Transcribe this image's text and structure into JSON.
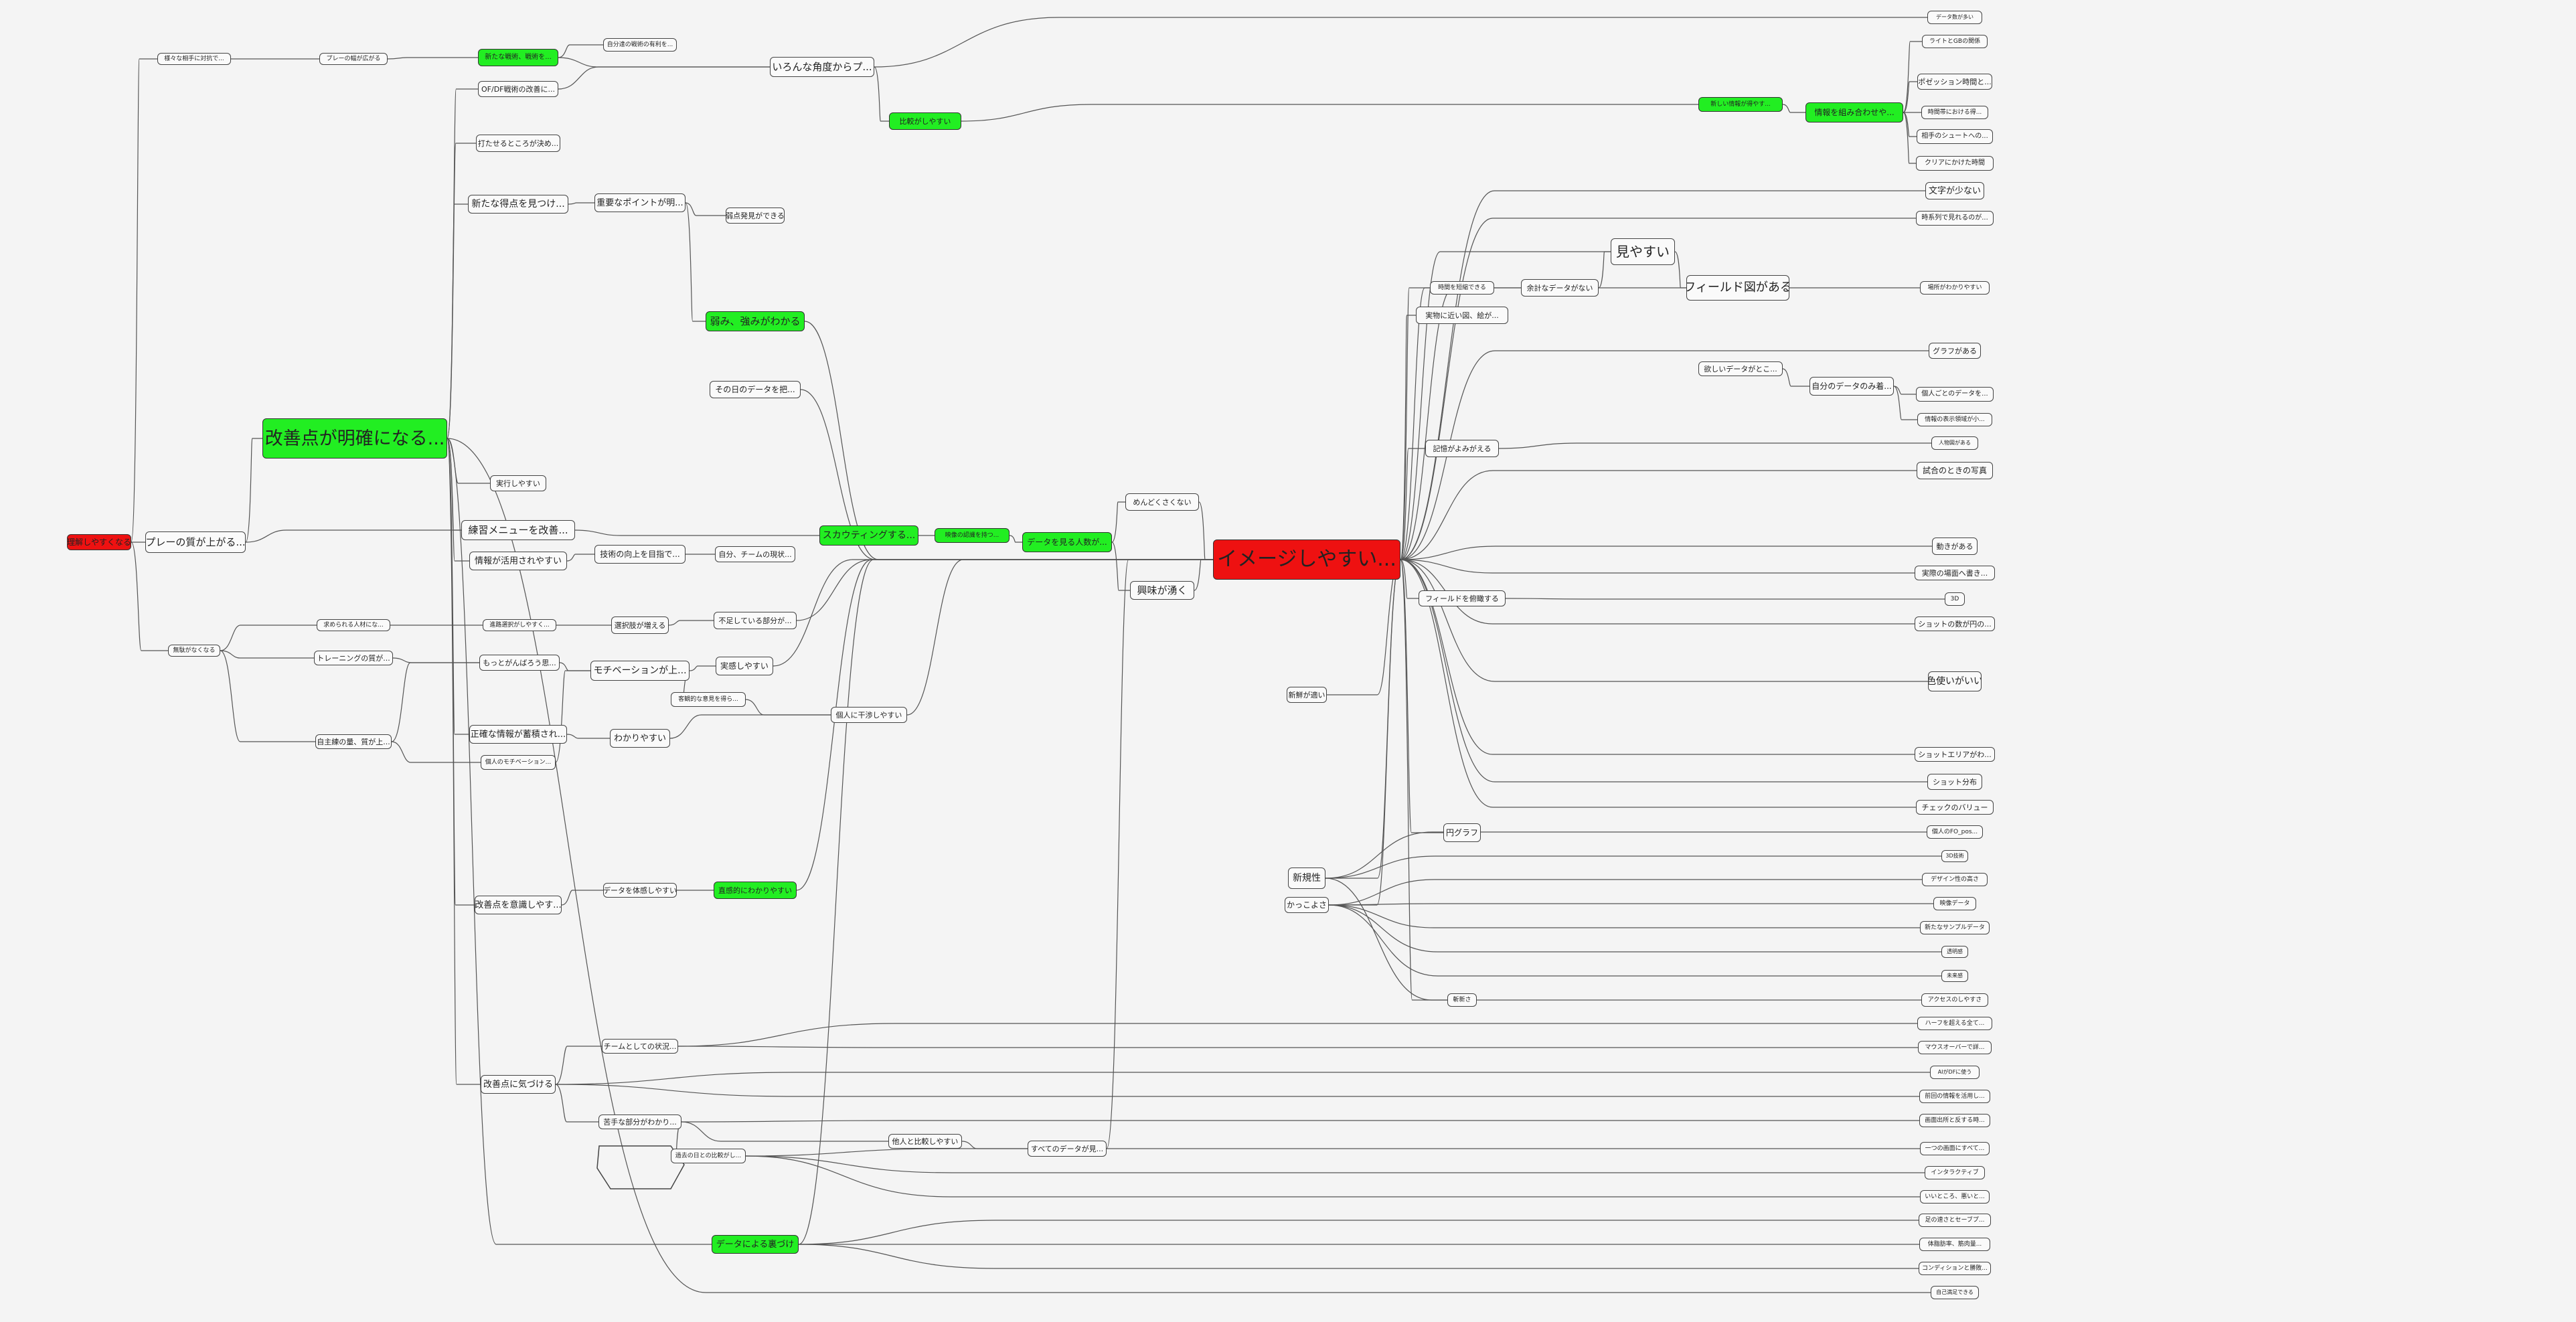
{
  "colors": {
    "edge": "#555555",
    "green": "#22ee22",
    "red": "#ee1111",
    "border": "#444444"
  },
  "nodes": [
    {
      "id": "root",
      "label": "理解しやすくなる"
    },
    {
      "id": "n1",
      "label": "プレーの質が上がる..."
    },
    {
      "id": "n2",
      "label": "無駄がなくなる"
    },
    {
      "id": "n3",
      "label": "様々な相手に対抗で..."
    },
    {
      "id": "n4",
      "label": "プレーの幅が広がる"
    },
    {
      "id": "n5",
      "label": "改善点が明確になる..."
    },
    {
      "id": "n6",
      "label": "求められる人材にな..."
    },
    {
      "id": "n7",
      "label": "トレーニングの質が..."
    },
    {
      "id": "n8",
      "label": "自主練の量、質が上..."
    },
    {
      "id": "n9",
      "label": "新たな戦術、戦術を..."
    },
    {
      "id": "n10",
      "label": "OF/DF戦術の改善に..."
    },
    {
      "id": "n11",
      "label": "打たせるところが決め..."
    },
    {
      "id": "n12",
      "label": "新たな得点を見つけ..."
    },
    {
      "id": "n13",
      "label": "実行しやすい"
    },
    {
      "id": "n14",
      "label": "練習メニューを改善..."
    },
    {
      "id": "n15",
      "label": "情報が活用されやすい"
    },
    {
      "id": "n16",
      "label": "もっとがんばろう思..."
    },
    {
      "id": "n17",
      "label": "正確な情報が蓄積され..."
    },
    {
      "id": "n18",
      "label": "個人のモチベーション..."
    },
    {
      "id": "n19",
      "label": "改善点を意識しやす..."
    },
    {
      "id": "n20",
      "label": "改善点に気づける"
    },
    {
      "id": "n21",
      "label": "データによる裏づけ"
    },
    {
      "id": "n22",
      "label": "自分達の戦術の有利を..."
    },
    {
      "id": "n23",
      "label": "重要なポイントが明..."
    },
    {
      "id": "n24",
      "label": "弱み、強みがわかる"
    },
    {
      "id": "n25",
      "label": "その日のデータを把..."
    },
    {
      "id": "n26",
      "label": "技術の向上を目指で..."
    },
    {
      "id": "n27",
      "label": "進路選択がしやすく..."
    },
    {
      "id": "n28",
      "label": "選択肢が増える"
    },
    {
      "id": "n29",
      "label": "モチベーションが上..."
    },
    {
      "id": "n30",
      "label": "わかりやすい"
    },
    {
      "id": "n31",
      "label": "データを体感しやすい"
    },
    {
      "id": "n32",
      "label": "チームとしての状況..."
    },
    {
      "id": "n33",
      "label": "苦手な部分がわかり..."
    },
    {
      "id": "n34",
      "label": "いろんな角度からプ..."
    },
    {
      "id": "n35",
      "label": "比較がしやすい"
    },
    {
      "id": "n36",
      "label": "弱点発見ができる"
    },
    {
      "id": "n37",
      "label": "自分、チームの現状..."
    },
    {
      "id": "n38",
      "label": "不足している部分が..."
    },
    {
      "id": "n39",
      "label": "実感しやすい"
    },
    {
      "id": "n40",
      "label": "客観的な意見を得ら..."
    },
    {
      "id": "n41",
      "label": "直感的にわかりやすい"
    },
    {
      "id": "n42",
      "label": "過去の日との比較がし..."
    },
    {
      "id": "n43",
      "label": "他人と比較しやすい"
    },
    {
      "id": "n44",
      "label": "個人に干渉しやすい"
    },
    {
      "id": "n45",
      "label": "スカウティングする..."
    },
    {
      "id": "n46",
      "label": "映像の認識を持つ..."
    },
    {
      "id": "n47",
      "label": "データを見る人数が..."
    },
    {
      "id": "n48",
      "label": "すべてのデータが見..."
    },
    {
      "id": "n49",
      "label": "めんどくさくない"
    },
    {
      "id": "n50",
      "label": "興味が湧く"
    },
    {
      "id": "c",
      "label": "イメージしやすい..."
    },
    {
      "id": "c1",
      "label": "新しい情報が得やす..."
    },
    {
      "id": "c2",
      "label": "情報を組み合わせや..."
    },
    {
      "id": "c3",
      "label": "見やすい"
    },
    {
      "id": "c4",
      "label": "フィールド図がある"
    },
    {
      "id": "c5",
      "label": "時間を短縮できる"
    },
    {
      "id": "c6",
      "label": "余計なデータがない"
    },
    {
      "id": "c7",
      "label": "実物に近い図、絵が..."
    },
    {
      "id": "c8",
      "label": "欲しいデータがとこ..."
    },
    {
      "id": "c9",
      "label": "自分のデータのみ着..."
    },
    {
      "id": "c10",
      "label": "記憶がよみがえる"
    },
    {
      "id": "c11",
      "label": "フィールドを俯瞰する"
    },
    {
      "id": "c12",
      "label": "新規性"
    },
    {
      "id": "c13",
      "label": "かっこよさ"
    },
    {
      "id": "c14",
      "label": "斬新さ"
    },
    {
      "id": "c15",
      "label": "円グラフ"
    },
    {
      "id": "c16",
      "label": "新鮮が適い"
    },
    {
      "id": "r1",
      "label": "データ数が多い"
    },
    {
      "id": "r2",
      "label": "ライトとGBの関係"
    },
    {
      "id": "r3",
      "label": "ポゼッション時間と..."
    },
    {
      "id": "r4",
      "label": "時間帯における得..."
    },
    {
      "id": "r5",
      "label": "相手のシュートへの..."
    },
    {
      "id": "r6",
      "label": "クリアにかけた時間"
    },
    {
      "id": "r7",
      "label": "文字が少ない"
    },
    {
      "id": "r8",
      "label": "時系列で見れるのが..."
    },
    {
      "id": "r9",
      "label": "場所がわかりやすい"
    },
    {
      "id": "r10",
      "label": "グラフがある"
    },
    {
      "id": "r11",
      "label": "個人ごとのデータを..."
    },
    {
      "id": "r12",
      "label": "情報の表示領域が小..."
    },
    {
      "id": "r13",
      "label": "人物図がある"
    },
    {
      "id": "r14",
      "label": "試合のときの写真"
    },
    {
      "id": "r15",
      "label": "動きがある"
    },
    {
      "id": "r16",
      "label": "実際の場面へ書き..."
    },
    {
      "id": "r17",
      "label": "3D"
    },
    {
      "id": "r18",
      "label": "ショットの数が円の..."
    },
    {
      "id": "r19",
      "label": "色使いがいい"
    },
    {
      "id": "r20",
      "label": "ショットエリアがわ..."
    },
    {
      "id": "r21",
      "label": "ショット分布"
    },
    {
      "id": "r22",
      "label": "チェックのバリュー"
    },
    {
      "id": "r23",
      "label": "個人のFO_pos..."
    },
    {
      "id": "r24",
      "label": "3D技術"
    },
    {
      "id": "r25",
      "label": "デザイン性の高さ"
    },
    {
      "id": "r26",
      "label": "映像データ"
    },
    {
      "id": "r27",
      "label": "新たなサンプルデータ"
    },
    {
      "id": "r28",
      "label": "透明感"
    },
    {
      "id": "r29",
      "label": "未来感"
    },
    {
      "id": "r30",
      "label": "アクセスのしやすさ"
    },
    {
      "id": "r31",
      "label": "ハーフを超える全て..."
    },
    {
      "id": "r32",
      "label": "マウスオーバーで詳..."
    },
    {
      "id": "r33",
      "label": "AIがDFに使う"
    },
    {
      "id": "r34",
      "label": "前回の情報を活用し..."
    },
    {
      "id": "r35",
      "label": "画面出所と反する時..."
    },
    {
      "id": "r36",
      "label": "一つの画面にすべて..."
    },
    {
      "id": "r37",
      "label": "インタラクティブ"
    },
    {
      "id": "r38",
      "label": "いいところ、悪いと..."
    },
    {
      "id": "r39",
      "label": "足の速さとセーブプ..."
    },
    {
      "id": "r40",
      "label": "体脂肪率、筋肉量..."
    },
    {
      "id": "r41",
      "label": "コンディションと勝敗..."
    },
    {
      "id": "r42",
      "label": "自己満足できる"
    }
  ],
  "edges": [
    [
      "root",
      "n1"
    ],
    [
      "root",
      "n2"
    ],
    [
      "root",
      "n3"
    ],
    [
      "n3",
      "n4"
    ],
    [
      "n4",
      "n9"
    ],
    [
      "n1",
      "n5"
    ],
    [
      "n1",
      "n14"
    ],
    [
      "n2",
      "n6"
    ],
    [
      "n2",
      "n7"
    ],
    [
      "n2",
      "n8"
    ],
    [
      "n5",
      "n10"
    ],
    [
      "n5",
      "n11"
    ],
    [
      "n5",
      "n12"
    ],
    [
      "n5",
      "n13"
    ],
    [
      "n5",
      "n14"
    ],
    [
      "n5",
      "n15"
    ],
    [
      "n5",
      "n17"
    ],
    [
      "n5",
      "n19"
    ],
    [
      "n5",
      "n20"
    ],
    [
      "n5",
      "n21"
    ],
    [
      "n6",
      "n27"
    ],
    [
      "n7",
      "n16"
    ],
    [
      "n8",
      "n18"
    ],
    [
      "n8",
      "n16"
    ],
    [
      "n9",
      "n22"
    ],
    [
      "n9",
      "n34"
    ],
    [
      "n10",
      "n34"
    ],
    [
      "n12",
      "n23"
    ],
    [
      "n23",
      "n36"
    ],
    [
      "n23",
      "n24"
    ],
    [
      "n14",
      "n45"
    ],
    [
      "n15",
      "n26"
    ],
    [
      "n26",
      "n37"
    ],
    [
      "n16",
      "n29"
    ],
    [
      "n17",
      "n30"
    ],
    [
      "n18",
      "n29"
    ],
    [
      "n27",
      "n28"
    ],
    [
      "n28",
      "n38"
    ],
    [
      "n29",
      "n39"
    ],
    [
      "n29",
      "n40"
    ],
    [
      "n30",
      "n44"
    ],
    [
      "n19",
      "n31"
    ],
    [
      "n31",
      "n41"
    ],
    [
      "n20",
      "n32"
    ],
    [
      "n20",
      "n33"
    ],
    [
      "n33",
      "n42"
    ],
    [
      "n33",
      "n43"
    ],
    [
      "n43",
      "n48"
    ],
    [
      "n40",
      "n44"
    ],
    [
      "n34",
      "n35"
    ],
    [
      "n34",
      "r1"
    ],
    [
      "n35",
      "c1"
    ],
    [
      "n24",
      "c"
    ],
    [
      "n25",
      "c"
    ],
    [
      "n45",
      "n46"
    ],
    [
      "n46",
      "n47"
    ],
    [
      "n47",
      "n49"
    ],
    [
      "n47",
      "n50"
    ],
    [
      "n49",
      "c"
    ],
    [
      "n50",
      "c"
    ],
    [
      "n39",
      "c"
    ],
    [
      "n41",
      "c"
    ],
    [
      "n44",
      "c"
    ],
    [
      "n38",
      "c"
    ],
    [
      "n21",
      "c"
    ],
    [
      "n48",
      "c"
    ],
    [
      "c1",
      "c2"
    ],
    [
      "c2",
      "r2"
    ],
    [
      "c2",
      "r3"
    ],
    [
      "c2",
      "r4"
    ],
    [
      "c2",
      "r5"
    ],
    [
      "c2",
      "r6"
    ],
    [
      "c",
      "c3"
    ],
    [
      "c",
      "c4"
    ],
    [
      "c",
      "c5"
    ],
    [
      "c",
      "c6"
    ],
    [
      "c",
      "c7"
    ],
    [
      "c",
      "c10"
    ],
    [
      "c",
      "c11"
    ],
    [
      "c",
      "c12"
    ],
    [
      "c",
      "c13"
    ],
    [
      "c",
      "c16"
    ],
    [
      "c",
      "c15"
    ],
    [
      "c",
      "c14"
    ],
    [
      "c",
      "r7"
    ],
    [
      "c",
      "r8"
    ],
    [
      "c",
      "r10"
    ],
    [
      "c",
      "r14"
    ],
    [
      "c",
      "r15"
    ],
    [
      "c",
      "r16"
    ],
    [
      "c",
      "r18"
    ],
    [
      "c",
      "r19"
    ],
    [
      "c",
      "r20"
    ],
    [
      "c",
      "r21"
    ],
    [
      "c",
      "r22"
    ],
    [
      "c6",
      "c3"
    ],
    [
      "c3",
      "c4"
    ],
    [
      "c4",
      "r9"
    ],
    [
      "c8",
      "c9"
    ],
    [
      "c9",
      "r11"
    ],
    [
      "c9",
      "r12"
    ],
    [
      "c10",
      "r13"
    ],
    [
      "c11",
      "r17"
    ],
    [
      "c12",
      "r23"
    ],
    [
      "c12",
      "r24"
    ],
    [
      "c13",
      "r25"
    ],
    [
      "c13",
      "r26"
    ],
    [
      "c13",
      "r27"
    ],
    [
      "c13",
      "r28"
    ],
    [
      "c13",
      "r29"
    ],
    [
      "c12",
      "r30"
    ],
    [
      "n32",
      "r31"
    ],
    [
      "n32",
      "r32"
    ],
    [
      "n20",
      "r33"
    ],
    [
      "n20",
      "r34"
    ],
    [
      "n33",
      "r35"
    ],
    [
      "n42",
      "r36"
    ],
    [
      "n42",
      "r37"
    ],
    [
      "n42",
      "r38"
    ],
    [
      "n21",
      "r39"
    ],
    [
      "n21",
      "r40"
    ],
    [
      "n21",
      "r41"
    ],
    [
      "n5",
      "r42"
    ]
  ]
}
